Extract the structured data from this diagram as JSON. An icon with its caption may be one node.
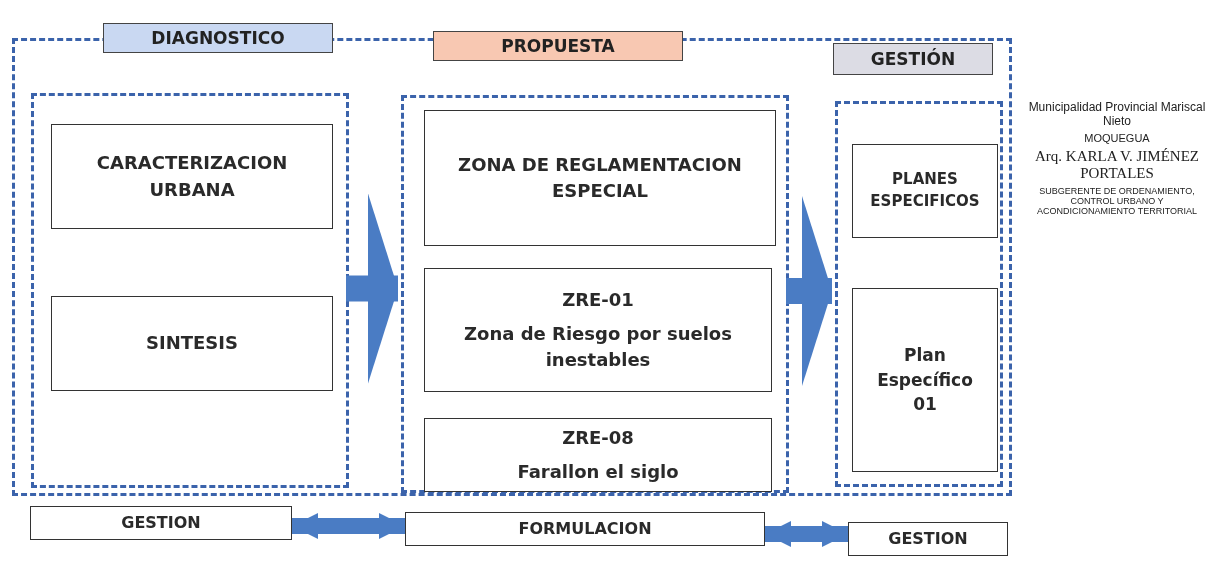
{
  "diagram": {
    "nodes": [
      {
        "text": [],
        "shape": "box"
      },
      {
        "text": [
          "DIAGNOSTICO"
        ],
        "in": 0
      },
      {
        "text": [
          "PROPUESTA"
        ],
        "in": 0
      },
      {
        "text": [
          "GESTIÓN"
        ],
        "in": 0
      },
      {
        "text": [],
        "shape": "box",
        "in": 0
      },
      {
        "text": [
          "CARACTERIZACION URBANA"
        ],
        "in": 4
      },
      {
        "text": [
          "SINTESIS"
        ],
        "in": 4
      },
      {
        "text": [],
        "shape": "box",
        "in": 0
      },
      {
        "text": [
          "ZONA DE REGLAMENTACION ESPECIAL"
        ],
        "in": 7
      },
      {
        "text": [
          "ZRE-01",
          "Zona de Riesgo por suelos inestables"
        ],
        "in": 7
      },
      {
        "text": [
          "ZRE-08",
          "Farallon el siglo"
        ],
        "in": 7
      },
      {
        "text": [],
        "shape": "box",
        "in": 0
      },
      {
        "text": [
          "PLANES ESPECIFICOS"
        ],
        "in": 11
      },
      {
        "text": [
          "Plan Específico 01"
        ],
        "in": 11
      },
      {
        "text": [
          "GESTION"
        ]
      },
      {
        "text": [
          "FORMULACION"
        ]
      },
      {
        "text": [
          "GESTION"
        ]
      }
    ],
    "edges": [
      {
        "from": 4,
        "to": 7,
        "arrow": "to"
      },
      {
        "from": 7,
        "to": 11,
        "arrow": "to"
      },
      {
        "from": 14,
        "to": 15,
        "arrow": "both"
      },
      {
        "from": 15,
        "to": 16,
        "arrow": "both"
      }
    ],
    "labels": [
      "Municipalidad Provincial Mariscal Nieto",
      "MOQUEGUA",
      "Arq. KARLA V. JIMÉNEZ PORTALES",
      "SUBGERENTE DE ORDENAMIENTO, CONTROL URBANO Y ACONDICIONAMIENTO TERRITORIAL"
    ]
  }
}
